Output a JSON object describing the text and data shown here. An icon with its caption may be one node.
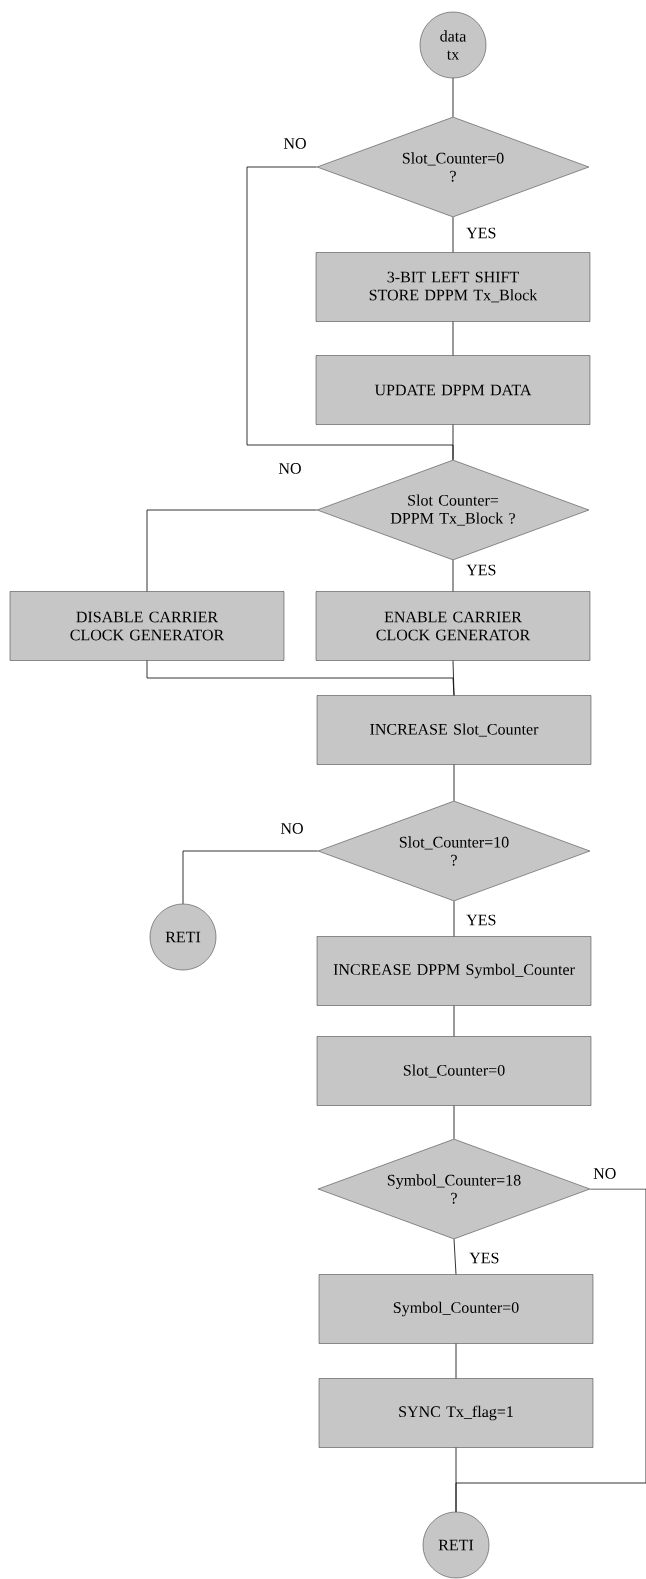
{
  "diagram": {
    "nodes": [
      {
        "text": [
          "data tx"
        ]
      },
      {
        "text": [
          "Slot_Counter=0 ?"
        ]
      },
      {
        "text": [
          "3-BIT LEFT SHIFT STORE DPPM Tx_Block"
        ]
      },
      {
        "text": [
          "UPDATE DPPM DATA"
        ]
      },
      {
        "text": [
          "Slot Counter= DPPM Tx_Block ?"
        ]
      },
      {
        "text": [
          "DISABLE CARRIER CLOCK GENERATOR"
        ]
      },
      {
        "text": [
          "ENABLE CARRIER CLOCK GENERATOR"
        ]
      },
      {
        "text": [
          "INCREASE Slot_Counter"
        ]
      },
      {
        "text": [
          "Slot_Counter=10 ?"
        ]
      },
      {
        "text": [
          "RETI"
        ]
      },
      {
        "text": [
          "INCREASE DPPM Symbol_Counter"
        ]
      },
      {
        "text": [
          "Slot_Counter=0"
        ]
      },
      {
        "text": [
          "Symbol_Counter=18 ?"
        ]
      },
      {
        "text": [
          "Symbol_Counter=0"
        ]
      },
      {
        "text": [
          "SYNC Tx_flag=1"
        ]
      },
      {
        "text": [
          "RETI"
        ]
      }
    ],
    "edges": [
      {
        "from": 0,
        "to": 1,
        "arrow": "none"
      },
      {
        "from": 1,
        "to": 4,
        "arrow": "none",
        "label": "NO"
      },
      {
        "from": 1,
        "to": 2,
        "arrow": "none",
        "label": "YES"
      },
      {
        "from": 2,
        "to": 3,
        "arrow": "none"
      },
      {
        "from": 3,
        "to": 4,
        "arrow": "none"
      },
      {
        "from": 4,
        "to": 5,
        "arrow": "none",
        "label": "NO"
      },
      {
        "from": 4,
        "to": 6,
        "arrow": "none",
        "label": "YES"
      },
      {
        "from": 5,
        "to": 7,
        "arrow": "none"
      },
      {
        "from": 6,
        "to": 7,
        "arrow": "none"
      },
      {
        "from": 7,
        "to": 8,
        "arrow": "none"
      },
      {
        "from": 8,
        "to": 9,
        "arrow": "none",
        "label": "NO"
      },
      {
        "from": 8,
        "to": 10,
        "arrow": "none",
        "label": "YES"
      },
      {
        "from": 10,
        "to": 11,
        "arrow": "none"
      },
      {
        "from": 11,
        "to": 12,
        "arrow": "none"
      },
      {
        "from": 12,
        "to": 15,
        "arrow": "none",
        "label": "NO"
      },
      {
        "from": 12,
        "to": 13,
        "arrow": "none",
        "label": "YES"
      },
      {
        "from": 13,
        "to": 14,
        "arrow": "none"
      },
      {
        "from": 14,
        "to": 15,
        "arrow": "none"
      }
    ]
  }
}
